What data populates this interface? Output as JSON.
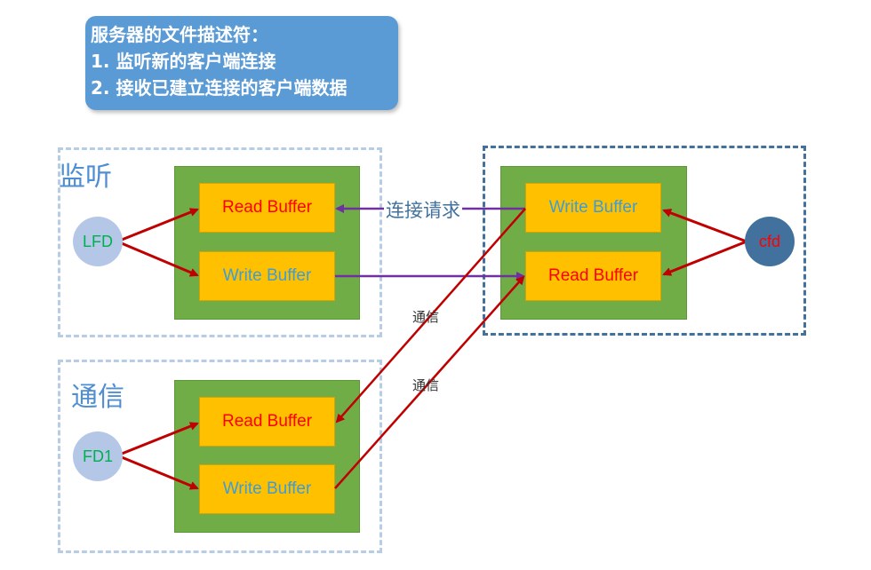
{
  "note": {
    "lines": [
      "服务器的文件描述符：",
      "1. 监听新的客户端连接",
      "2. 接收已建立连接的客户端数据"
    ]
  },
  "regions": {
    "listen_label": "监听",
    "comm_label": "通信"
  },
  "buffers": {
    "read": "Read Buffer",
    "write": "Write Buffer"
  },
  "fds": {
    "lfd": "LFD",
    "fd1": "FD1",
    "cfd": "cfd"
  },
  "arrows": {
    "connect_request": "连接请求",
    "comm_upper": "通信",
    "comm_lower": "通信"
  },
  "colors": {
    "note_bg": "#5b9bd5",
    "green_box": "#70ad47",
    "buffer": "#ffc000",
    "read_text": "#ff0000",
    "write_text": "#3d9dd6",
    "red_arrow": "#c00000",
    "purple_arrow": "#7030a0"
  }
}
